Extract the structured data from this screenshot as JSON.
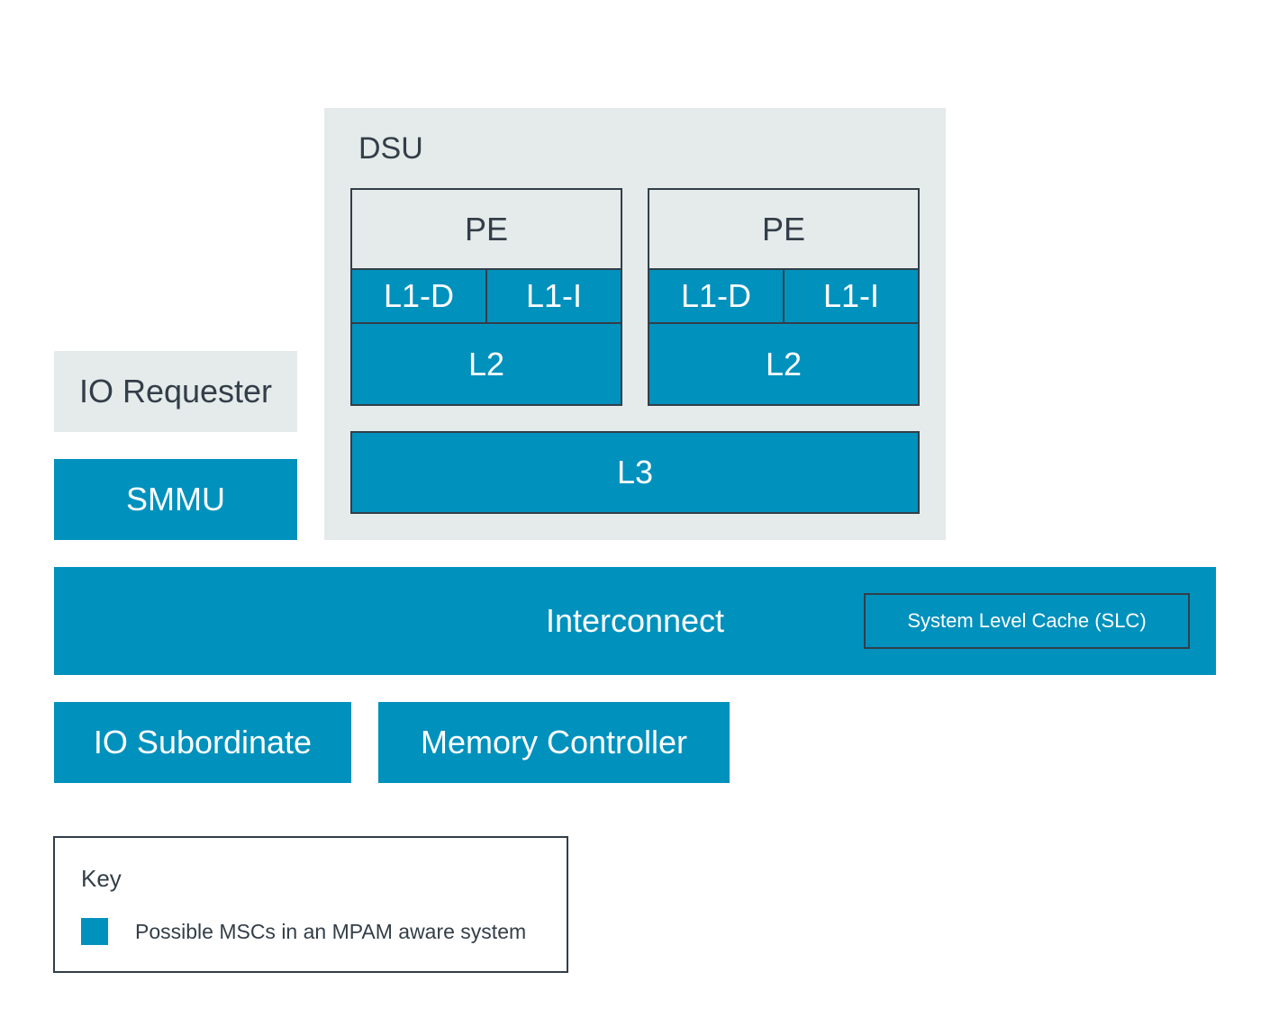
{
  "colors": {
    "msc": "#0091bd",
    "non_msc": "#e5ebeb",
    "border": "#333e48",
    "text_dark": "#333e48",
    "text_light": "#ffffff"
  },
  "dsu": {
    "label": "DSU",
    "cores": [
      {
        "pe": "PE",
        "l1d": "L1-D",
        "l1i": "L1-I",
        "l2": "L2"
      },
      {
        "pe": "PE",
        "l1d": "L1-D",
        "l1i": "L1-I",
        "l2": "L2"
      }
    ],
    "l3": "L3"
  },
  "io_requester": "IO Requester",
  "smmu": "SMMU",
  "interconnect": {
    "label": "Interconnect",
    "slc": "System Level Cache (SLC)"
  },
  "io_subordinate": "IO Subordinate",
  "memory_controller": "Memory Controller",
  "key": {
    "title": "Key",
    "item": "Possible MSCs in an MPAM aware system"
  }
}
